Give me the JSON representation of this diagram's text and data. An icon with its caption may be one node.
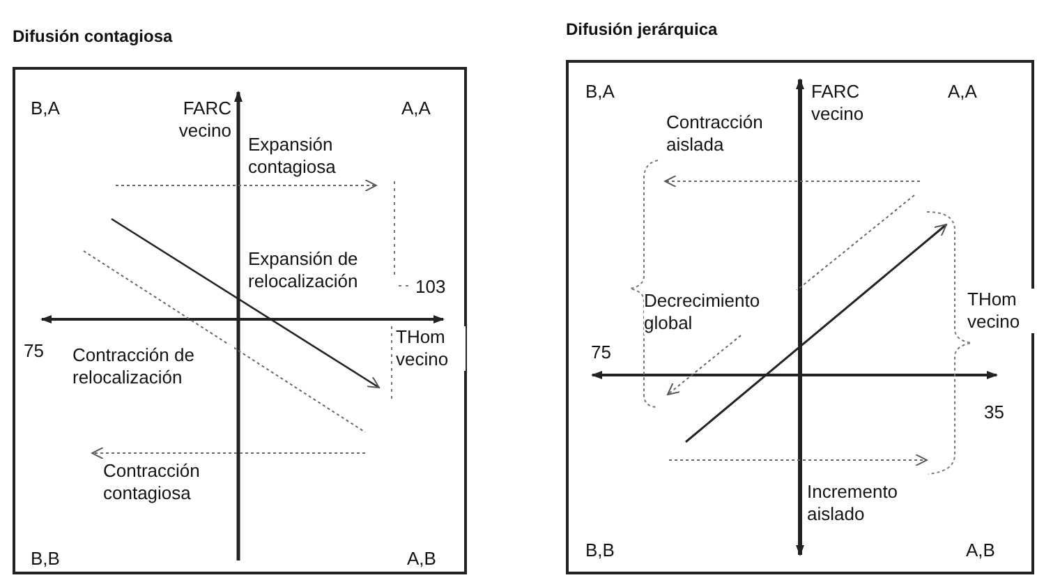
{
  "diagram": {
    "nodes": [
      {
        "text": [
          "Difusión contagiosa"
        ]
      },
      {
        "text": [
          "Difusión jerárquica"
        ]
      }
    ],
    "edges": [],
    "labels": [
      "B,A",
      "FARC vecino",
      "A,A",
      "Expansión contagiosa",
      "Expansión de relocalización",
      "103",
      "75",
      "THom vecino",
      "Contracción de relocalización",
      "Contracción contagiosa",
      "B,B",
      "A,B",
      "B,A",
      "FARC vecino",
      "A,A",
      "Contracción aislada",
      "Decrecimiento global",
      "THom vecino",
      "75",
      "35",
      "Incremento aislado",
      "B,B",
      "A,B"
    ]
  }
}
